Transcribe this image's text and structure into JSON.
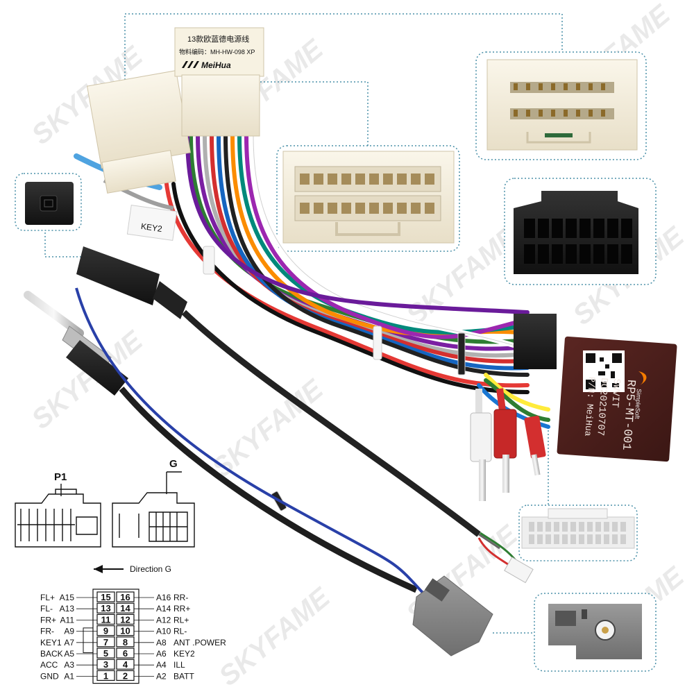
{
  "watermark": {
    "text": "SKYFAME"
  },
  "harness_tag": {
    "line1": "13款欧蓝德电源线",
    "line2": "物料编码：MH-HW-098 XP",
    "brand": "MeiHua"
  },
  "key2_tag": "KEY2",
  "decoder_box": {
    "model": "RP5-MT-001",
    "line2": "SWVIT",
    "line3": "DC20210707",
    "line4": "P/N: MeiHua",
    "small": "SimpleSoft"
  },
  "diagram": {
    "p1_label": "P1",
    "g_label": "G",
    "direction": "Direction G"
  },
  "pinout": {
    "left": [
      {
        "name": "FL+",
        "code": "A15"
      },
      {
        "name": "FL-",
        "code": "A13"
      },
      {
        "name": "FR+",
        "code": "A11"
      },
      {
        "name": "FR-",
        "code": "A9"
      },
      {
        "name": "KEY1",
        "code": "A7"
      },
      {
        "name": "BACK",
        "code": "A5"
      },
      {
        "name": "ACC",
        "code": "A3"
      },
      {
        "name": "GND",
        "code": "A1"
      }
    ],
    "right": [
      {
        "code": "A16",
        "name": "RR-"
      },
      {
        "code": "A14",
        "name": "RR+"
      },
      {
        "code": "A12",
        "name": "RL+"
      },
      {
        "code": "A10",
        "name": "RL-"
      },
      {
        "code": "A8",
        "name": "ANT .POWER"
      },
      {
        "code": "A6",
        "name": "KEY2"
      },
      {
        "code": "A4",
        "name": "ILL"
      },
      {
        "code": "A2",
        "name": "BATT"
      }
    ],
    "left_pins": [
      "15",
      "13",
      "11",
      "9",
      "7",
      "5",
      "3",
      "1"
    ],
    "right_pins": [
      "16",
      "14",
      "12",
      "10",
      "8",
      "6",
      "4",
      "2"
    ]
  },
  "colors": {
    "connector_cream": "#f2ead8",
    "connector_black": "#1c1c1c",
    "decoder": "#4a1f1c",
    "callout_border": "#4a90a8"
  }
}
